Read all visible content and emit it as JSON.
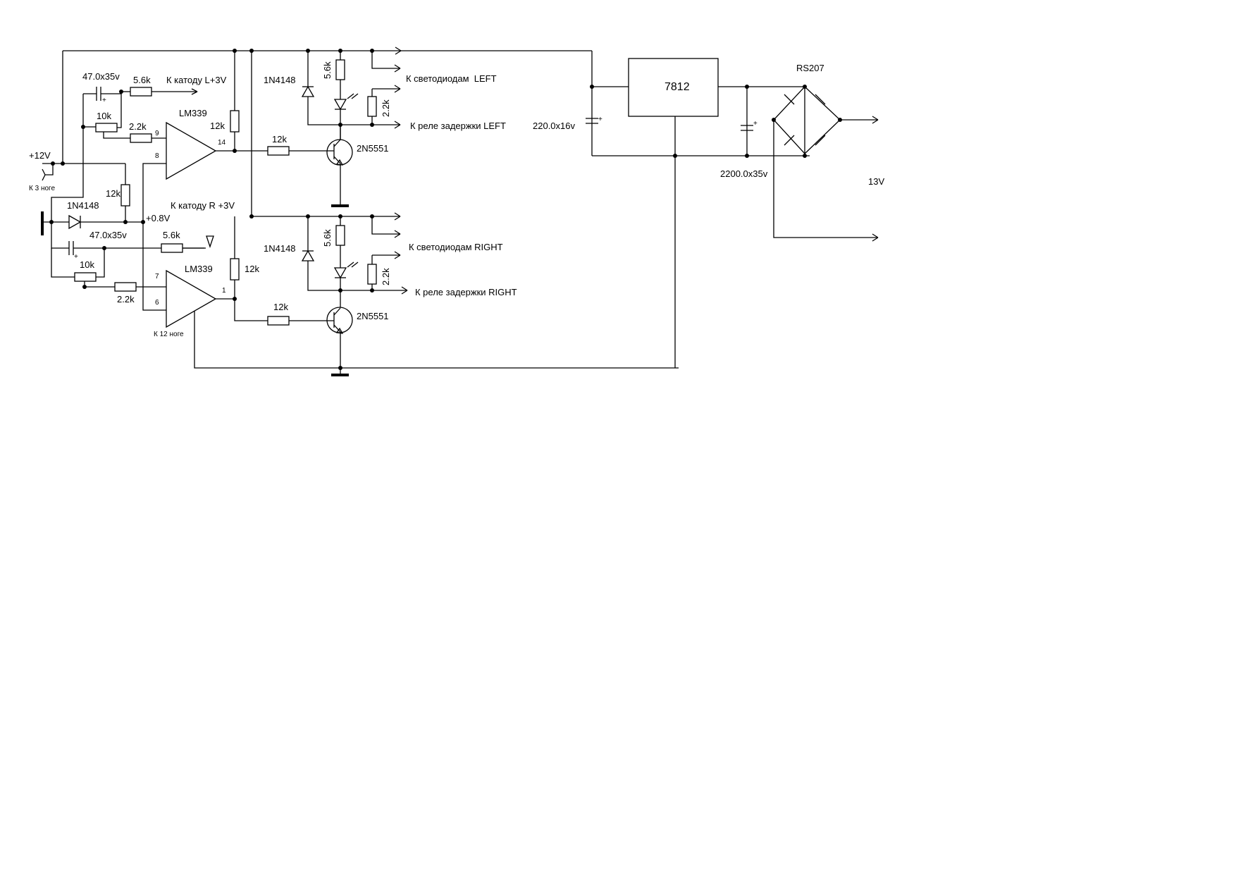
{
  "labels": {
    "v12": "+12V",
    "k3": "К 3 ноге",
    "k12": "К 12 ноге",
    "c47a": "47.0x35v",
    "c47b": "47.0x35v",
    "r56a": "5.6k",
    "r56b": "5.6k",
    "katL": "К катоду L+3V",
    "katR": "К катоду R +3V",
    "pot10a": "10k",
    "pot10b": "10k",
    "r22a": "2.2k",
    "r22b": "2.2k",
    "pin9": "9",
    "pin8": "8",
    "pin14": "14",
    "pin7": "7",
    "pin6": "6",
    "pin1": "1",
    "lm339a": "LM339",
    "lm339b": "LM339",
    "r12a": "12k",
    "r12b": "12k",
    "r12c": "12k",
    "r12d": "12k",
    "r12e": "12k",
    "d1n4148a": "1N4148",
    "d1n4148b": "1N4148",
    "d1n4148c": "1N4148",
    "v08": "+0.8V",
    "r56c": "5.6k",
    "r56d": "5.6k",
    "r22c": "2.2k",
    "r22d": "2.2k",
    "t1": "2N5551",
    "t2": "2N5551",
    "ledL": "К светодиодам  LEFT",
    "relL": "К реле задержки LEFT",
    "ledR": "К светодиодам RIGHT",
    "relR": "К реле задержки RIGHT",
    "c220": "220.0x16v",
    "reg": "7812",
    "rs207": "RS207",
    "c2200": "2200.0x35v",
    "v13": "13V"
  }
}
